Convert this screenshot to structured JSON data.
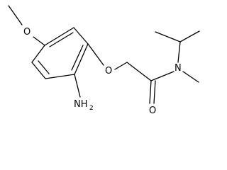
{
  "molecule": {
    "atoms": {
      "methoxy_oxygen": "O",
      "ether_oxygen": "O",
      "carbonyl_oxygen": "O",
      "amide_nitrogen": "N",
      "amino_group_element": "NH",
      "amino_group_subscript": "2"
    },
    "colors": {
      "bond": "#000000",
      "label": "#000000",
      "background": "#ffffff"
    }
  }
}
